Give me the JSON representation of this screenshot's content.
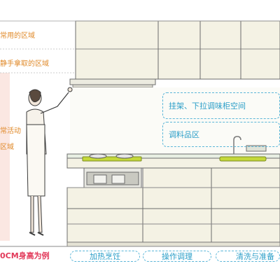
{
  "zones": {
    "top": "常用的区域",
    "reach": "静手拿取的区域",
    "activity_line1": "常活动",
    "activity_line2": "区域"
  },
  "callouts": {
    "rack": "挂架、下拉调味柜空间",
    "seasoning": "调料品区"
  },
  "footer": {
    "height_note": "0CM身高为例",
    "heating": "加热烹饪",
    "prep": "操作调理",
    "washing": "清洗与准备"
  },
  "colors": {
    "zone_text": "#e08a2a",
    "callout": "#2a9ec8",
    "accent_pink": "#e23a5a",
    "cabinet": "#f4f2e4",
    "counter_top": "#e8efe3",
    "tray": "#c4d83a",
    "zone_band": "#fbe7e2"
  }
}
